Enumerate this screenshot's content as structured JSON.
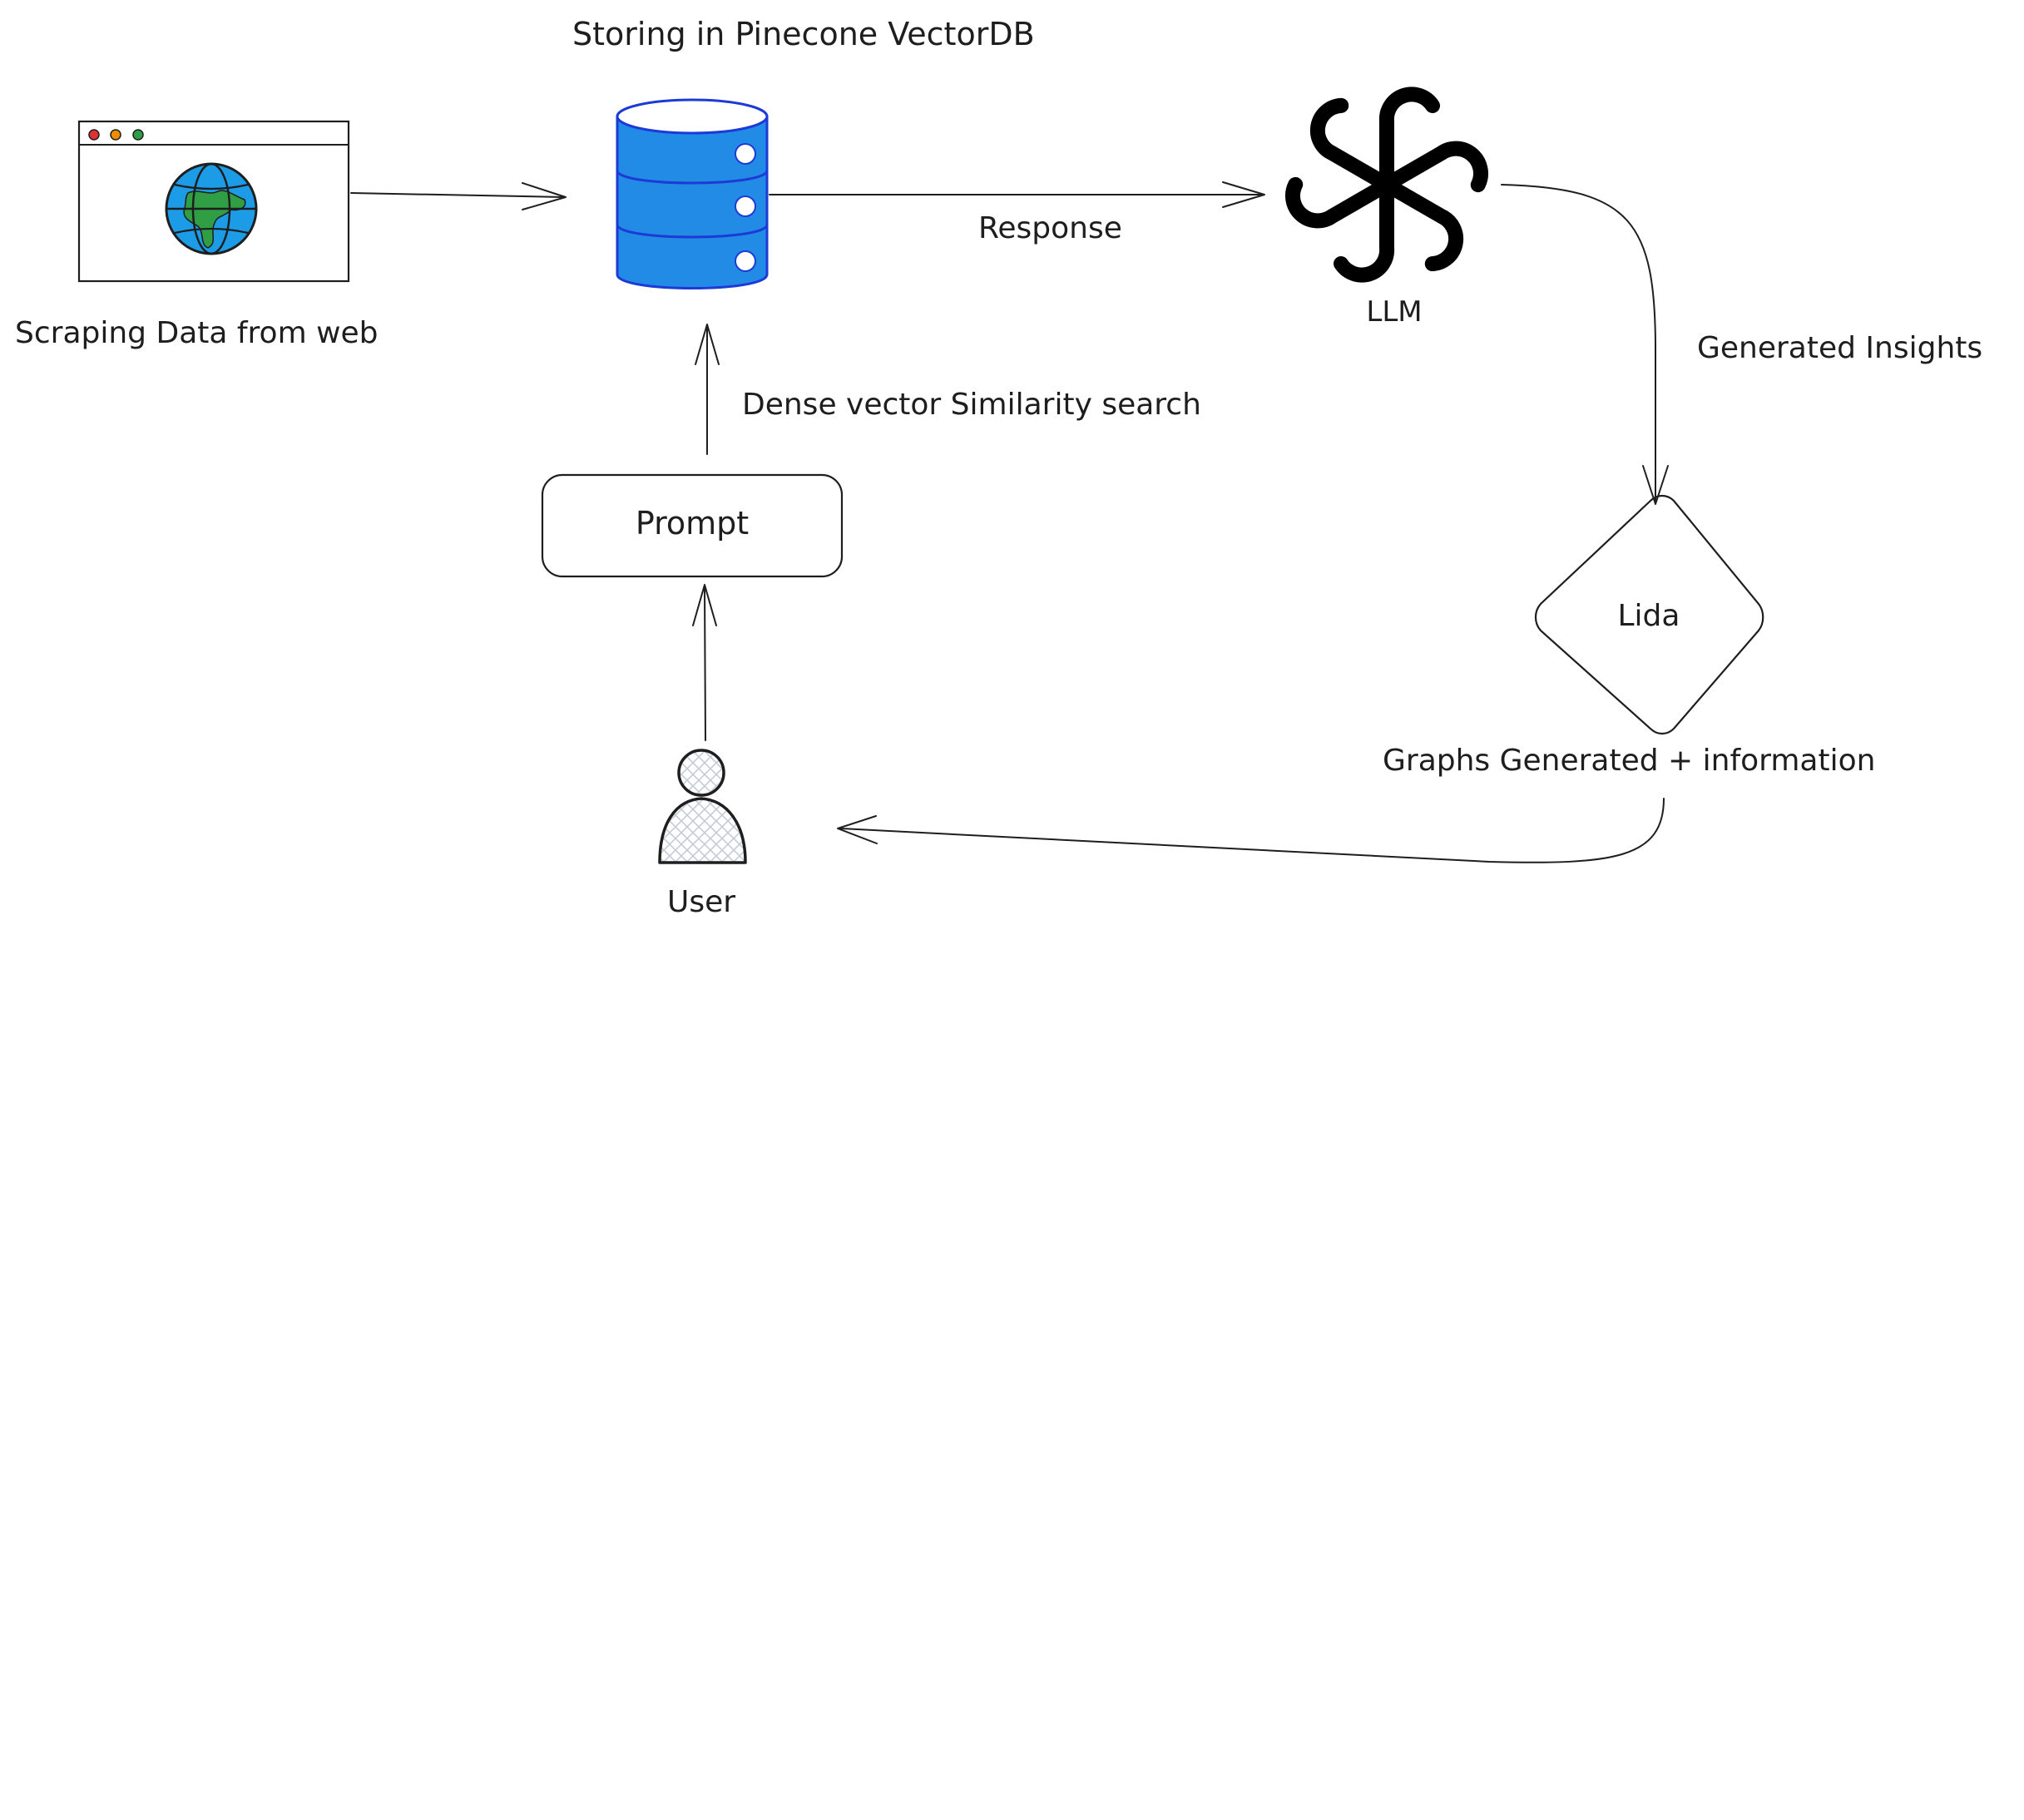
{
  "diagram": {
    "labels": {
      "storing": "Storing in Pinecone VectorDB",
      "scraping": "Scraping Data from web",
      "response": "Response",
      "llm": "LLM",
      "generated_insights": "Generated Insights",
      "dense_search": "Dense vector Similarity search",
      "graphs_info": "Graphs Generated + information",
      "user": "User"
    },
    "nodes": {
      "prompt": "Prompt",
      "lida": "Lida"
    },
    "colors": {
      "ink": "#1e1e1e",
      "database_fill": "#228be6",
      "database_stroke": "#1c3bd6",
      "globe_ocean": "#1c9be6",
      "globe_land": "#2f9e44",
      "window_dot_red": "#e03131",
      "window_dot_yellow": "#f08c00",
      "window_dot_green": "#2f9e44",
      "user_hatch": "#c5ccd6"
    }
  }
}
